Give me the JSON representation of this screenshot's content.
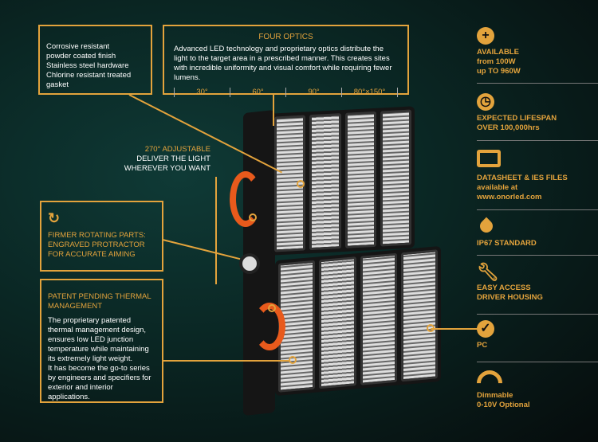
{
  "materials": {
    "lines": [
      "Corrosive resistant",
      "powder coated finish",
      "Stainless steel hardware",
      "Chlorine resistant treated gasket"
    ]
  },
  "optics": {
    "title": "FOUR OPTICS",
    "text": "Advanced LED technology and proprietary optics distribute the light to the target area in a prescribed manner. This creates sites with incredible uniformity and visual comfort while requiring fewer lumens.",
    "angles": [
      "30°",
      "60°",
      "90°",
      "80°×150°"
    ]
  },
  "adjustable": {
    "lines": [
      "270° ADJUSTABLE",
      "DELIVER THE LIGHT",
      "WHEREVER YOU WANT"
    ]
  },
  "rotating": {
    "lines": [
      "FIRMER ROTATING PARTS:",
      "ENGRAVED PROTRACTOR",
      "FOR ACCURATE AIMING"
    ]
  },
  "thermal": {
    "title": "PATENT PENDING THERMAL MANAGEMENT",
    "text1": "The proprietary patented thermal management design, ensures low LED junction temperature while maintaining its extremely light weight.",
    "text2": "It has become the go-to series by engineers and specifiers for exterior and interior applications."
  },
  "features": [
    {
      "icon": "plus-icon",
      "lines": [
        "AVAILABLE",
        "from 100W",
        "up TO 960W"
      ]
    },
    {
      "icon": "clock-icon",
      "lines": [
        "EXPECTED LIFESPAN",
        "OVER 100,000hrs"
      ]
    },
    {
      "icon": "monitor-icon",
      "lines": [
        "DATASHEET & IES FILES",
        "available at",
        "www.onorled.com"
      ]
    },
    {
      "icon": "drop-icon",
      "lines": [
        "IP67 STANDARD"
      ]
    },
    {
      "icon": "wrench-icon",
      "lines": [
        "EASY ACCESS",
        "DRIVER HOUSING"
      ]
    },
    {
      "icon": "check-icon",
      "lines": [
        "PC"
      ]
    },
    {
      "icon": "dimmer-arc-icon",
      "lines": [
        "Dimmable",
        "0-10V Optional"
      ]
    }
  ],
  "colors": {
    "accent": "#e3a33c"
  }
}
